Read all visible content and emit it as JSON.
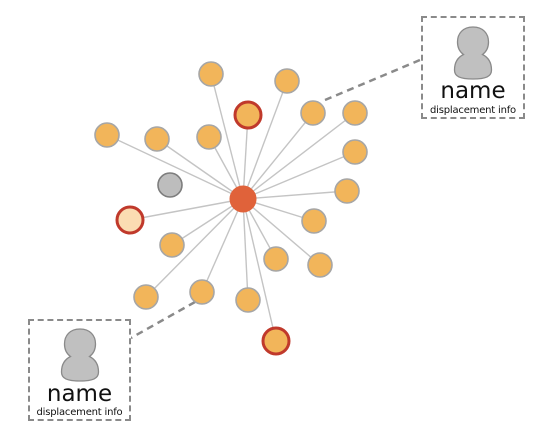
{
  "colors": {
    "hub_fill": "#e0623a",
    "node_fill": "#f2b55a",
    "node_stroke": "#a6a6a6",
    "highlight_stroke": "#c0392b",
    "pale_node_fill": "#fbdcb2",
    "grey_node_fill": "#bdbdbd",
    "grey_node_stroke": "#7d7d7d",
    "edge": "#c4c4c4",
    "connector": "#8a8a8a",
    "person_fill": "#c0c0c0"
  },
  "diagram": {
    "node_kinds": [
      "hub",
      "regular",
      "highlighted",
      "pale-highlighted",
      "unconnected-grey"
    ],
    "connections": [
      "hub-to-node edges",
      "dashed connector from a node to a profile card"
    ]
  },
  "cards": [
    {
      "icon": "person-icon",
      "name": "name",
      "info": "displacement info"
    },
    {
      "icon": "person-icon",
      "name": "name",
      "info": "displacement info"
    }
  ]
}
